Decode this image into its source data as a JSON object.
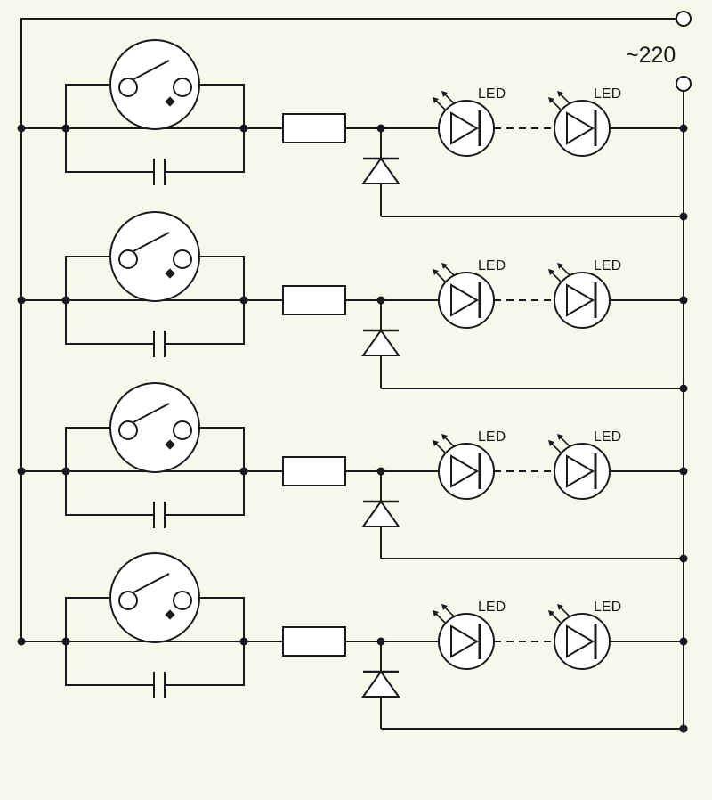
{
  "supply": {
    "label": "~220"
  },
  "rows": [
    {
      "led_labels": [
        "LED",
        "LED"
      ]
    },
    {
      "led_labels": [
        "LED",
        "LED"
      ]
    },
    {
      "led_labels": [
        "LED",
        "LED"
      ]
    },
    {
      "led_labels": [
        "LED",
        "LED"
      ]
    }
  ],
  "colors": {
    "background": "#f8f7ec",
    "line": "#1a1a1a",
    "fill": "#ffffff"
  }
}
